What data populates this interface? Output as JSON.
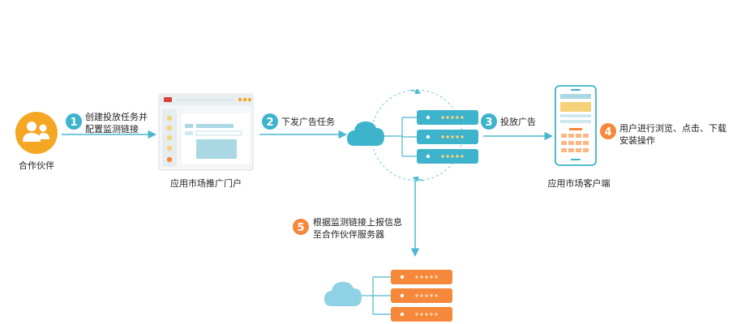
{
  "colors": {
    "teal": "#3db3cc",
    "teal_light": "#8ed2e3",
    "orange": "#f5883a",
    "orange_light": "#fbb783",
    "arrow": "#4cb8cf",
    "white": "#ffffff"
  },
  "icons": {
    "partner": "group-icon",
    "portal": "browser-window-icon",
    "cloud": "cloud-icon",
    "server": "server-rack-icon",
    "phone": "smartphone-icon"
  },
  "nodes": {
    "partner": "合作伙伴",
    "portal": "应用市场推广门户",
    "client": "应用市场客户端"
  },
  "steps": [
    {
      "num": "1",
      "lines": [
        "创建投放任务并",
        "配置监测链接"
      ]
    },
    {
      "num": "2",
      "lines": [
        "下发广告任务"
      ]
    },
    {
      "num": "3",
      "lines": [
        "投放广告"
      ]
    },
    {
      "num": "4",
      "lines": [
        "用户进行浏览、点击、下载",
        "安装操作"
      ]
    },
    {
      "num": "5",
      "lines": [
        "根据监测链接上报信息",
        "至合作伙伴服务器"
      ]
    }
  ]
}
